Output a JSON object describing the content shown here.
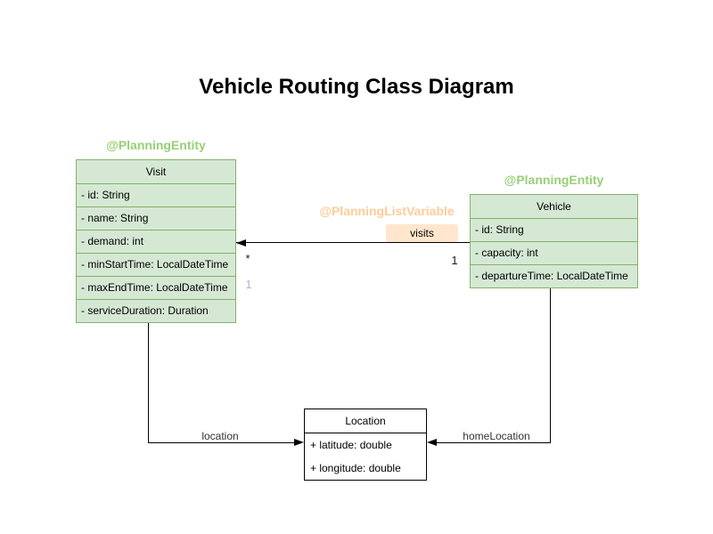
{
  "title": "Vehicle Routing Class Diagram",
  "classes": {
    "visit": {
      "annotation": "@PlanningEntity",
      "name": "Visit",
      "attributes": [
        "- id: String",
        "- name: String",
        "- demand: int",
        "- minStartTime: LocalDateTime",
        "- maxEndTime: LocalDateTime",
        "- serviceDuration: Duration"
      ]
    },
    "vehicle": {
      "annotation": "@PlanningEntity",
      "name": "Vehicle",
      "attributes": [
        "- id: String",
        "- capacity: int",
        "- departureTime: LocalDateTime"
      ]
    },
    "location": {
      "name": "Location",
      "attributes": [
        "+ latitude: double",
        "+ longitude: double"
      ]
    }
  },
  "relationships": {
    "visits": {
      "annotation": "@PlanningListVariable",
      "label": "visits",
      "target_multiplicity": "*",
      "source_multiplicity": "1",
      "index_label": "1"
    },
    "location": {
      "label": "location"
    },
    "home_location": {
      "label": "homeLocation"
    }
  },
  "colors": {
    "planning_entity_fill": "#d5e8d4",
    "planning_entity_stroke": "#82b366",
    "planning_entity_annotation_text": "#97d077",
    "planning_list_variable_annotation_text": "#ffcc99",
    "visits_label_fill": "#ffe6cc",
    "plain_class_fill": "#ffffff",
    "plain_class_stroke": "#000000",
    "edge_color": "#000000",
    "index_label_color": "#c3a8d8"
  }
}
